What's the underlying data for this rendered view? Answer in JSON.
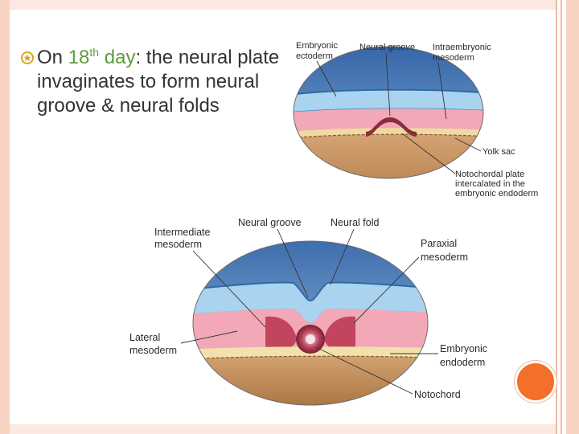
{
  "bullet": {
    "lead": "On",
    "ordinal": "18",
    "ordinal_suffix": "th",
    "keyword": "day",
    "text": ": the neural plate invaginates to form neural groove & neural folds"
  },
  "diagram_top": {
    "labels": {
      "embryonic_ectoderm_1": "Embryonic",
      "embryonic_ectoderm_2": "ectoderm",
      "neural_groove": "Neural groove",
      "intraembryonic_mesoderm_1": "Intraembryonic",
      "intraembryonic_mesoderm_2": "mesoderm",
      "yolk_sac": "Yolk sac",
      "notochordal_plate_1": "Notochordal plate",
      "notochordal_plate_2": "intercalated in the",
      "notochordal_plate_3": "embryonic endoderm"
    }
  },
  "diagram_bottom": {
    "labels": {
      "neural_groove": "Neural groove",
      "neural_fold": "Neural fold",
      "intermediate_mesoderm_1": "Intermediate",
      "intermediate_mesoderm_2": "mesoderm",
      "paraxial_mesoderm_1": "Paraxial",
      "paraxial_mesoderm_2": "mesoderm",
      "lateral_mesoderm_1": "Lateral",
      "lateral_mesoderm_2": "mesoderm",
      "embryonic_endoderm_1": "Embryonic",
      "embryonic_endoderm_2": "endoderm",
      "notochord": "Notochord"
    }
  },
  "colors": {
    "accent_green": "#5b9d3d",
    "frame_pink": "#f7d3c4",
    "corner_orange": "#f36f2a"
  }
}
